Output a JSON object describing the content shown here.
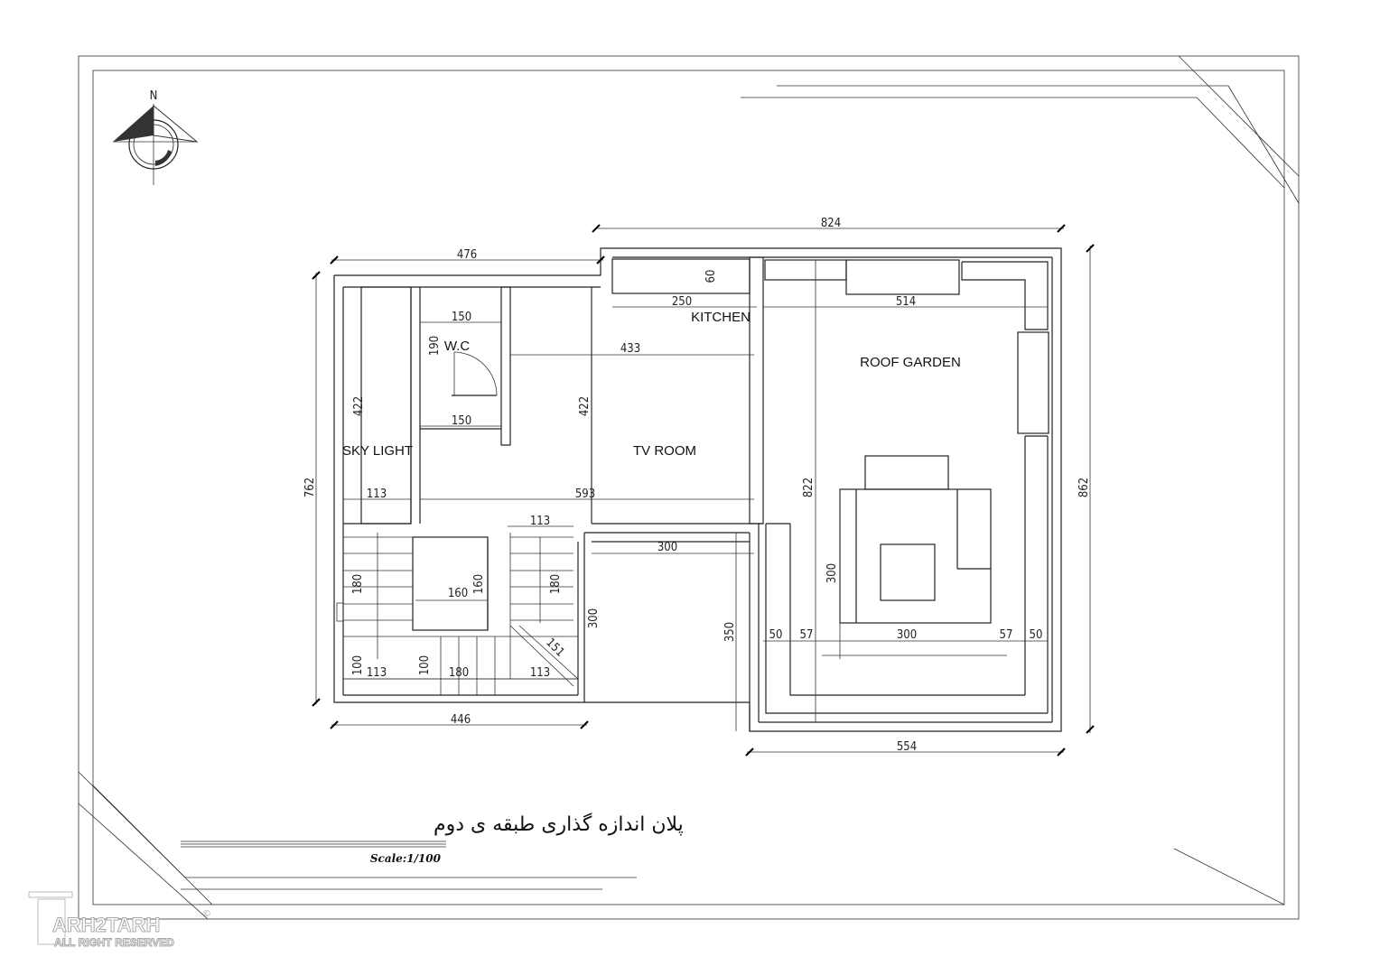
{
  "compass": {
    "north_label": "N"
  },
  "rooms": {
    "kitchen": "KITCHEN",
    "roof_garden": "ROOF GARDEN",
    "wc": "W.C",
    "sky_light": "SKY LIGHT",
    "tv_room": "TV ROOM"
  },
  "dimensions": {
    "top_right_width": "824",
    "top_left_width": "476",
    "left_height": "762",
    "right_height": "862",
    "bottom_left_width": "446",
    "bottom_right_width": "554",
    "kitchen_depth": "60",
    "kitchen_width": "250",
    "garden_inner_width": "514",
    "wc_width_top": "150",
    "wc_height": "190",
    "tv_width": "433",
    "skylight_height": "422",
    "tv_height": "422",
    "wc_width_bottom": "150",
    "garden_height": "822",
    "skylight_width": "113",
    "hall_width": "593",
    "stair_top_width": "113",
    "terrace_width": "300",
    "stair_left_run": "180",
    "void_width": "160",
    "void_height": "160",
    "stair_right_run": "180",
    "stair_wall_height": "300",
    "seating_height": "300",
    "terrace_height": "350",
    "garden_left_50": "50",
    "garden_left_57": "57",
    "seating_width": "300",
    "garden_right_57": "57",
    "garden_right_50": "50",
    "landing_diag": "151",
    "landing_left_100": "100",
    "landing_left_113": "113",
    "landing_mid_100": "100",
    "landing_mid_180": "180",
    "landing_right_113": "113"
  },
  "title": {
    "text": "پلان اندازه گذاری طبقه ی دوم",
    "scale": "Scale:1/100"
  },
  "watermark": {
    "brand": "ARH2TARH",
    "rights": "ALL RIGHT RESERVED",
    "copyright": "©"
  }
}
